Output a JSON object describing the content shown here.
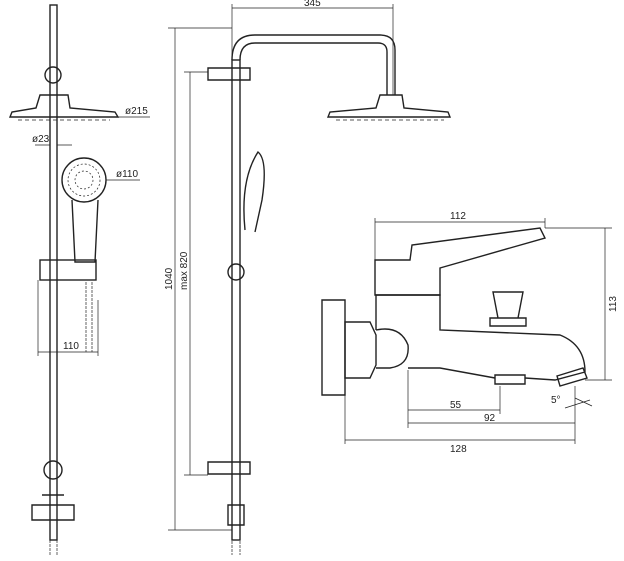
{
  "dimensions": {
    "head_diameter": "ø215",
    "rail_diameter": "ø23",
    "hand_shower_diameter": "ø110",
    "hand_shower_offset": "110",
    "arm_length": "345",
    "total_height": "1040",
    "max_height": "max 820",
    "lever_length": "112",
    "mixer_height": "113",
    "outlet_55": "55",
    "outlet_92": "92",
    "spout_length": "128",
    "spout_angle": "5°"
  }
}
